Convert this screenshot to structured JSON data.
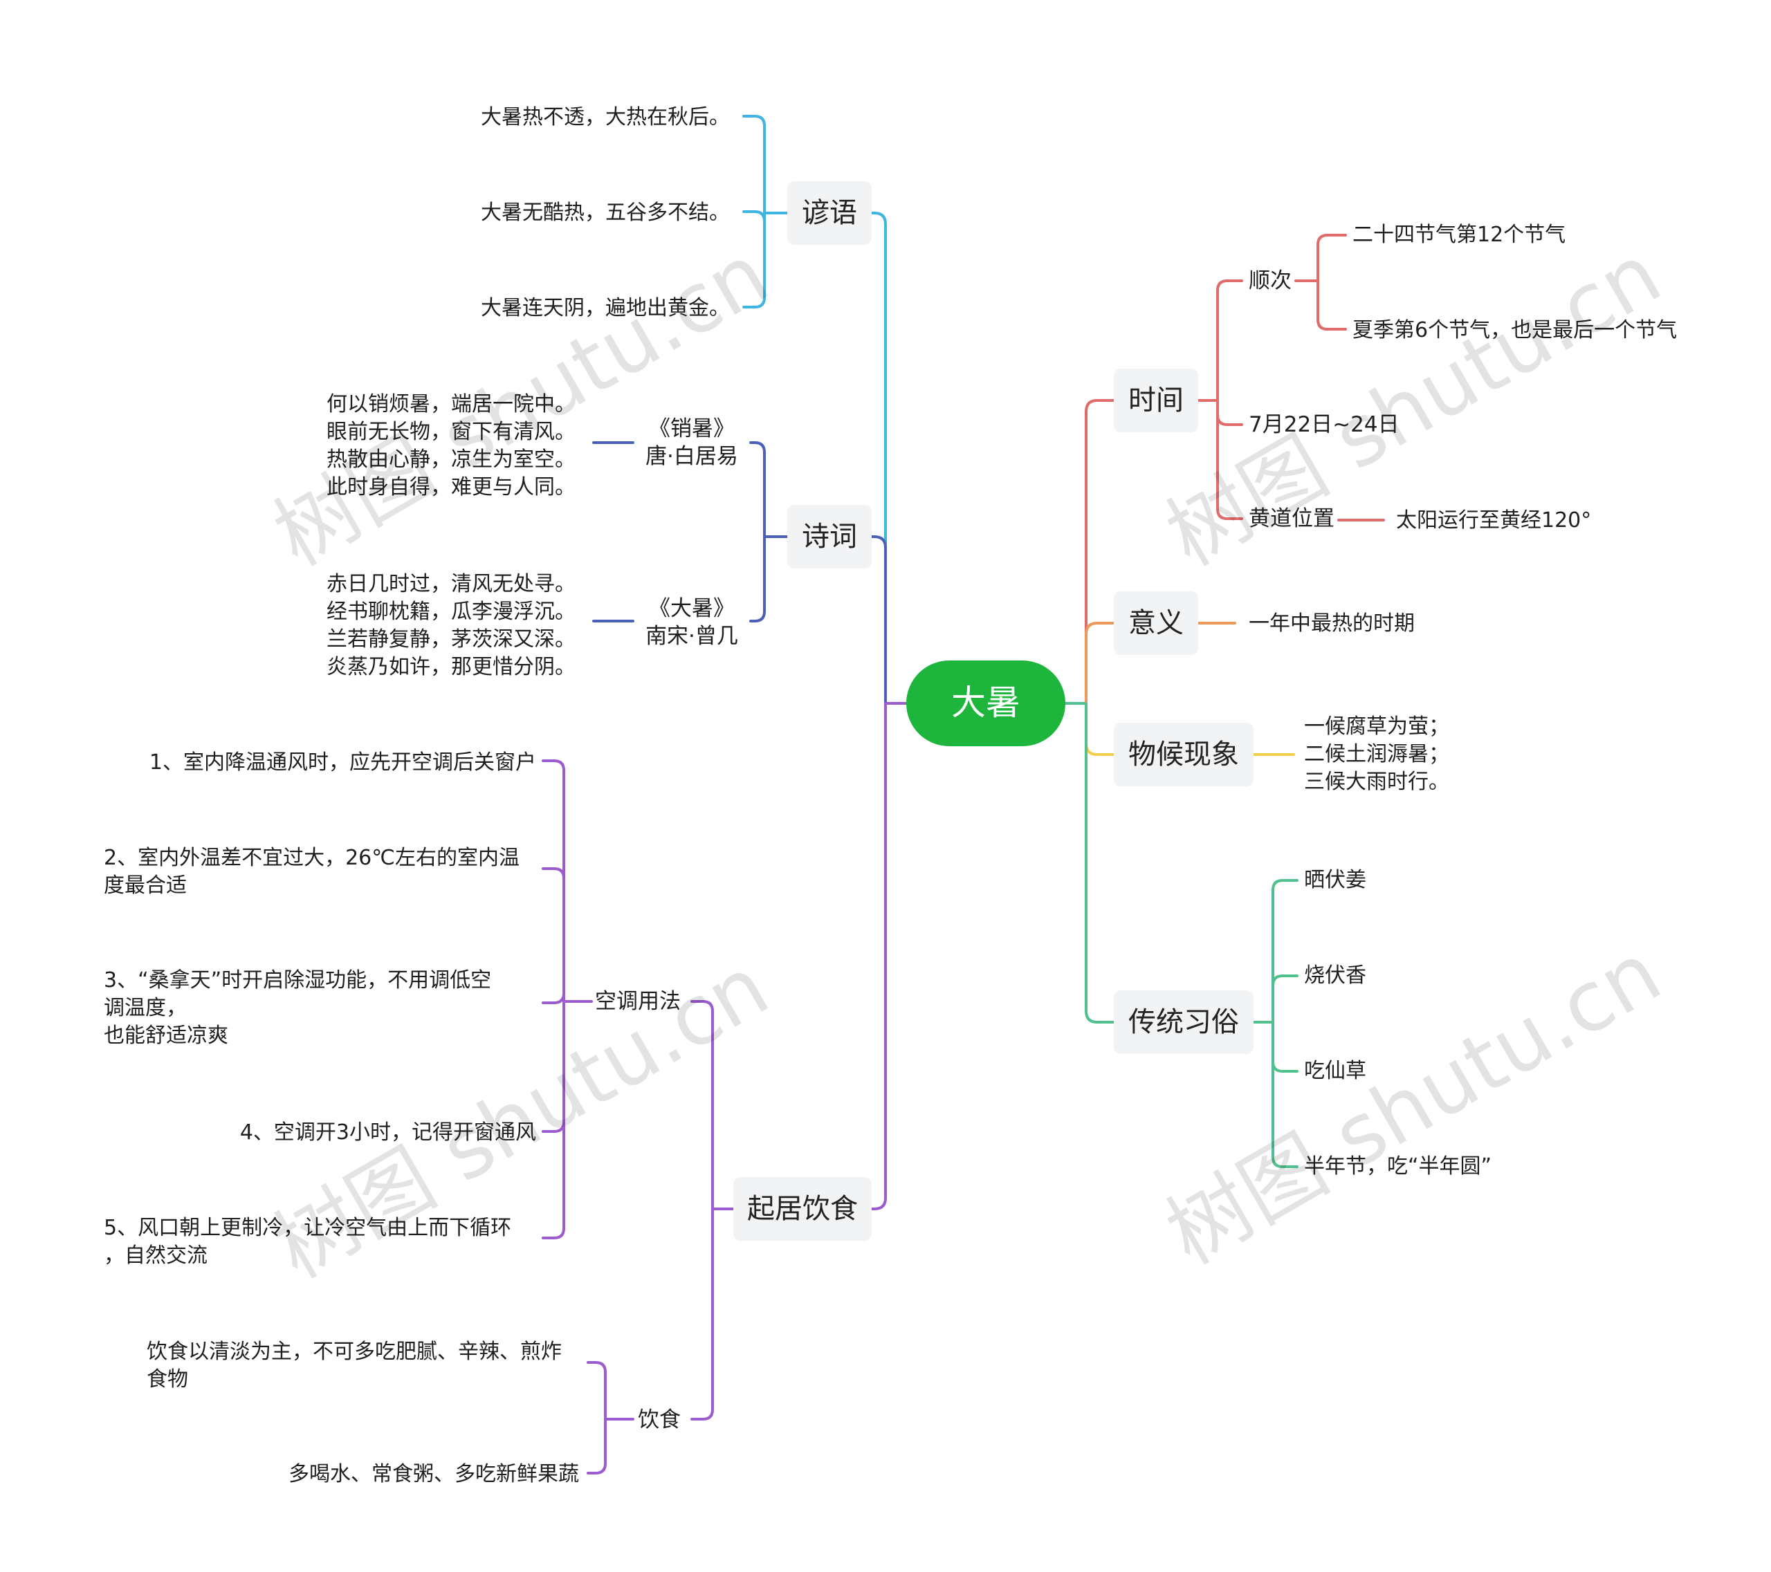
{
  "root": "大暑",
  "watermark": "树图 shutu.cn",
  "colors": {
    "root": "#1db53b",
    "yanyu": "#3db5e0",
    "shici": "#4a5fb8",
    "qiju": "#9a5ccf",
    "shijian": "#e06b6b",
    "yiyi": "#eb9a5c",
    "wuhou": "#f2cf4a",
    "xisu": "#52c08e"
  },
  "left": {
    "yanyu": {
      "label": "谚语",
      "items": [
        "大暑热不透，大热在秋后。",
        "大暑无酷热，五谷多不结。",
        "大暑连天阴，遍地出黄金。"
      ]
    },
    "shici": {
      "label": "诗词",
      "poems": [
        {
          "title": "《销暑》\n唐·白居易",
          "text": "何以销烦暑，端居一院中。\n眼前无长物，窗下有清风。\n热散由心静，凉生为室空。\n此时身自得，难更与人同。"
        },
        {
          "title": "《大暑》\n南宋·曾几",
          "text": "赤日几时过，清风无处寻。\n经书聊枕籍，瓜李漫浮沉。\n兰若静复静，茅茨深又深。\n炎蒸乃如许，那更惜分阴。"
        }
      ]
    },
    "qiju": {
      "label": "起居饮食",
      "kongtiao": {
        "label": "空调用法",
        "items": [
          "1、室内降温通风时，应先开空调后关窗户",
          "2、室内外温差不宜过大，26℃左右的室内温\n度最合适",
          "3、“桑拿天”时开启除湿功能，不用调低空\n调温度，\n也能舒适凉爽",
          "4、空调开3小时，记得开窗通风",
          "5、风口朝上更制冷，让冷空气由上而下循环\n，自然交流"
        ]
      },
      "yinshi": {
        "label": "饮食",
        "items": [
          "饮食以清淡为主，不可多吃肥腻、辛辣、煎炸\n食物",
          "多喝水、常食粥、多吃新鲜果蔬"
        ]
      }
    }
  },
  "right": {
    "shijian": {
      "label": "时间",
      "shunci": {
        "label": "顺次",
        "items": [
          "二十四节气第12个节气",
          "夏季第6个节气，也是最后一个节气"
        ]
      },
      "date": "7月22日~24日",
      "huangdao": {
        "label": "黄道位置",
        "value": "太阳运行至黄经120°"
      }
    },
    "yiyi": {
      "label": "意义",
      "value": "一年中最热的时期"
    },
    "wuhou": {
      "label": "物候现象",
      "value": "一候腐草为萤；\n二候土润溽暑；\n三候大雨时行。"
    },
    "xisu": {
      "label": "传统习俗",
      "items": [
        "晒伏姜",
        "烧伏香",
        "吃仙草",
        "半年节，吃“半年圆”"
      ]
    }
  }
}
